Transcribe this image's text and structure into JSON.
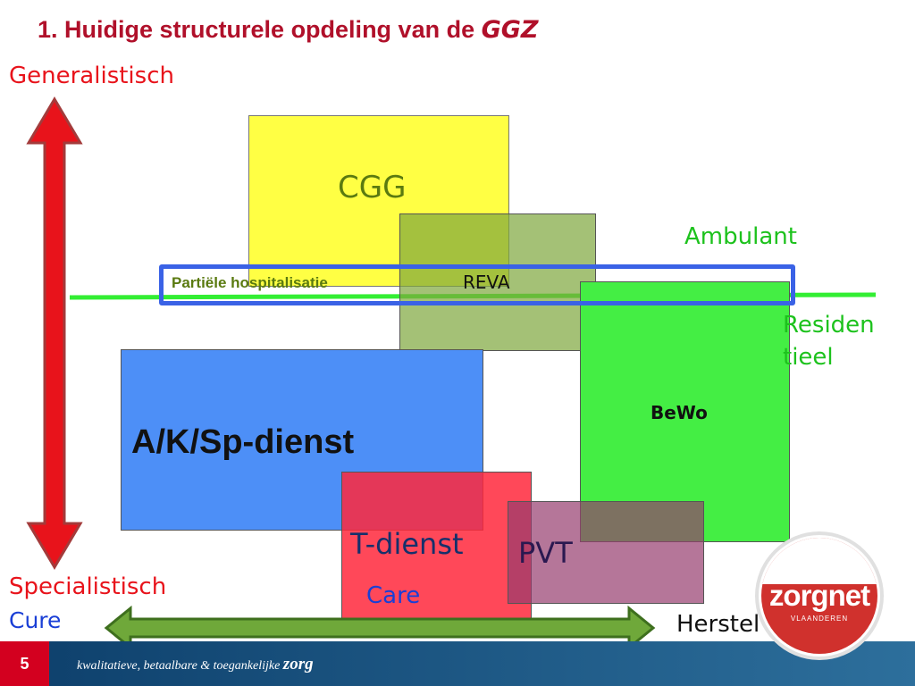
{
  "title": {
    "text": "1. Huidige structurele opdeling van de ",
    "ggz": "GGZ"
  },
  "axis": {
    "top_label": "Generalistisch",
    "bottom_label": "Specialistisch",
    "left_label": "Cure",
    "right_label": "Herstel"
  },
  "divider": {
    "above_label": "Ambulant",
    "below_label_line1": "Residen",
    "below_label_line2": "tieel"
  },
  "blocks": {
    "cgg": "CGG",
    "reva": "REVA",
    "partial": "Partiële hospitalisatie",
    "bewo": "BeWo",
    "ak": "A/K/Sp-dienst",
    "tdienst": "T-dienst",
    "care": "Care",
    "pvt": "PVT"
  },
  "footer": {
    "page": "5",
    "tagline": "kwalitatieve, betaalbare & toegankelijke ",
    "tagline_brand": "zorg"
  },
  "logo": {
    "text": "zorgnet",
    "sub": "VLAANDEREN"
  },
  "colors": {
    "title": "#b0102a",
    "arrow_red": "#e8131b",
    "arrow_green": "#6fa83a",
    "divider_green": "#33ee33",
    "partial_border": "#3a62e6"
  }
}
